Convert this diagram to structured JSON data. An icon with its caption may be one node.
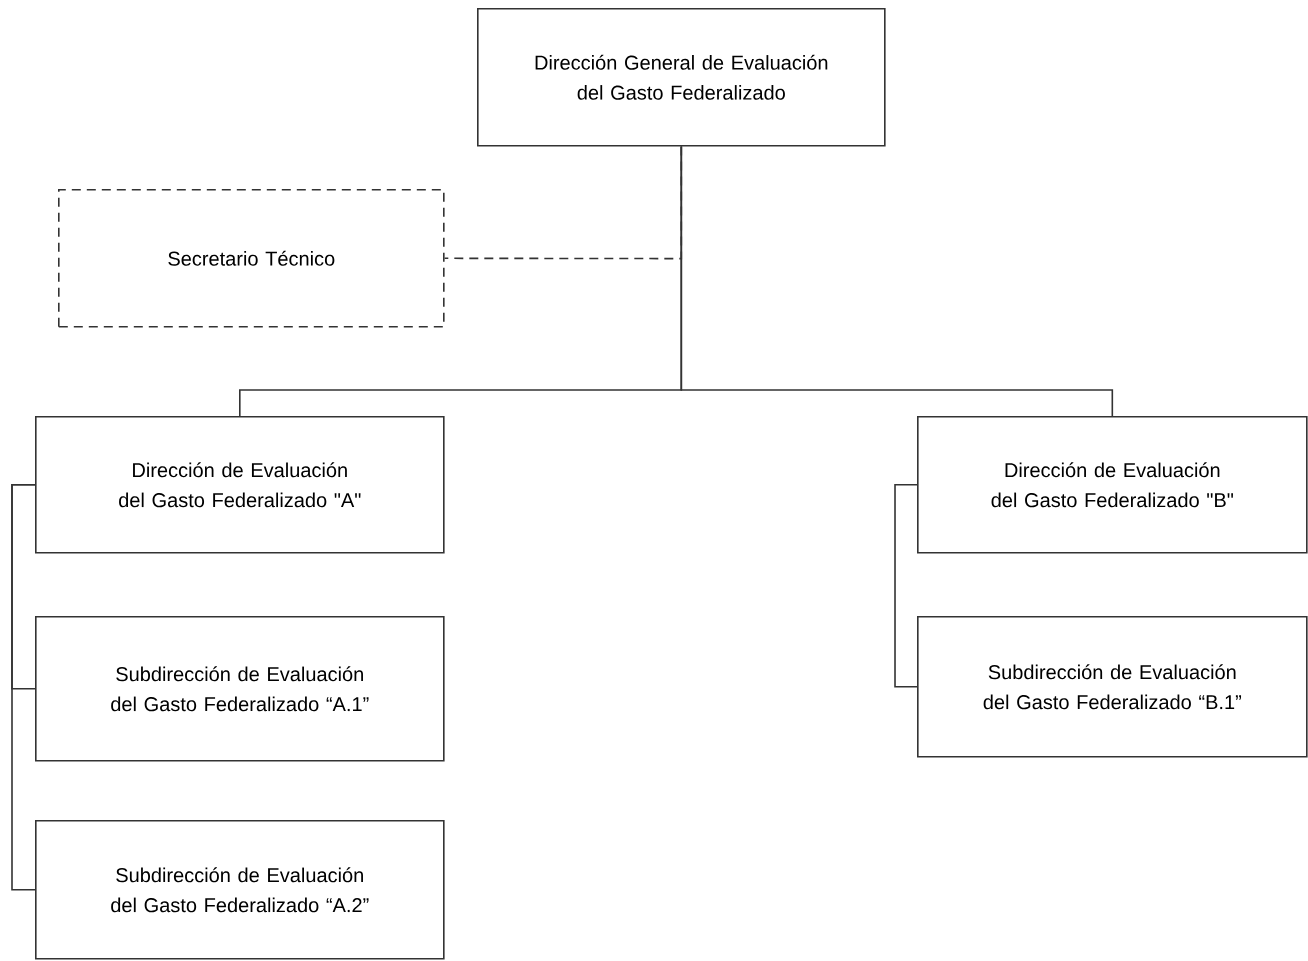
{
  "diagram": {
    "nodes": [
      {
        "text": [
          "Dirección General de Evaluación del Gasto Federalizado"
        ]
      },
      {
        "text": [
          "Secretario Técnico"
        ]
      },
      {
        "text": [
          "Dirección de Evaluación del Gasto Federalizado \"A\""
        ]
      },
      {
        "text": [
          "Subdirección de Evaluación del Gasto Federalizado “A.1”"
        ]
      },
      {
        "text": [
          "Subdirección de Evaluación del Gasto Federalizado “A.2”"
        ]
      },
      {
        "text": [
          "Dirección de Evaluación del Gasto Federalizado \"B\""
        ]
      },
      {
        "text": [
          "Subdirección de Evaluación del Gasto Federalizado “B.1”"
        ]
      }
    ],
    "edges": [
      {
        "from": 0,
        "to": 1,
        "arrow": "none",
        "style": "dashed"
      },
      {
        "from": 0,
        "to": 2,
        "arrow": "none"
      },
      {
        "from": 0,
        "to": 5,
        "arrow": "none"
      },
      {
        "from": 2,
        "to": 3,
        "arrow": "none"
      },
      {
        "from": 2,
        "to": 4,
        "arrow": "none"
      },
      {
        "from": 5,
        "to": 6,
        "arrow": "none"
      }
    ]
  }
}
